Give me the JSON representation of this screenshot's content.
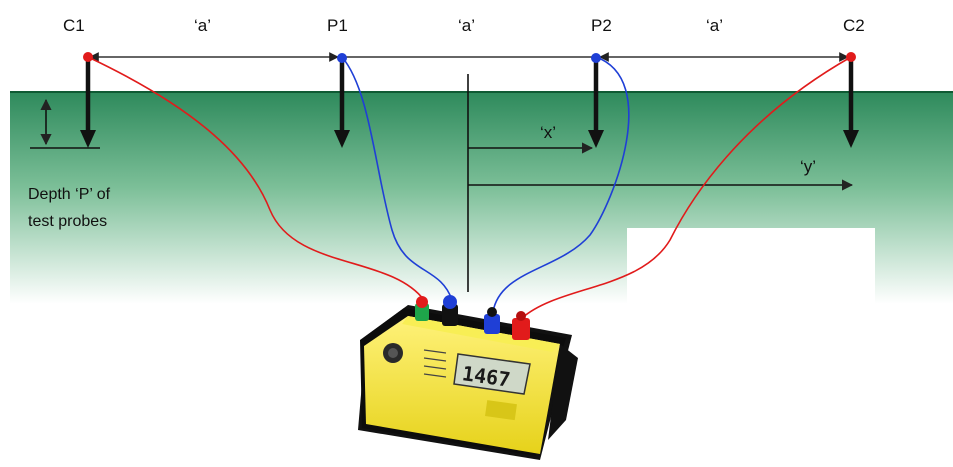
{
  "labels": {
    "c1": "C1",
    "p1": "P1",
    "p2": "P2",
    "c2": "C2",
    "spacing_a1": "‘a’",
    "spacing_a2": "‘a’",
    "spacing_a3": "‘a’",
    "distance_x": "‘x’",
    "distance_y": "‘y’",
    "depth_line1": "Depth ‘P’ of",
    "depth_line2": "test probes"
  },
  "colors": {
    "ground": "#2e8a5c",
    "current_lead": "#e11b1b",
    "potential_lead": "#1f3fd6",
    "meter_body": "#f2e21d"
  },
  "meter": {
    "display_value": "1467"
  }
}
